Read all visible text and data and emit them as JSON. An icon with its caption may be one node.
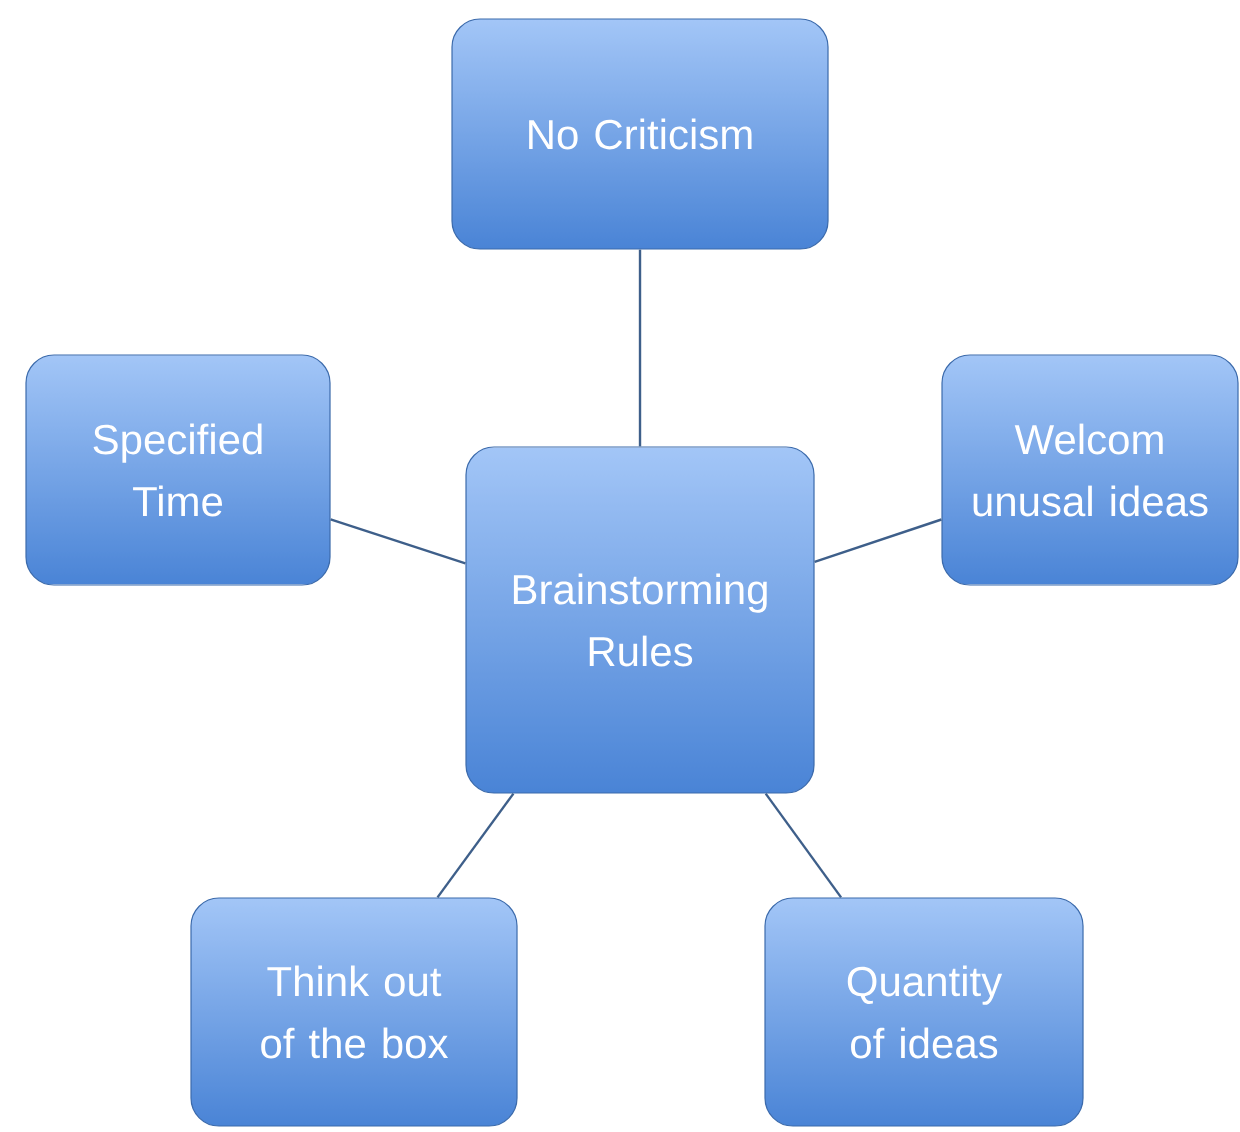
{
  "diagram": {
    "nodes": [
      {
        "text": [
          "Brainstorming Rules"
        ]
      },
      {
        "text": [
          "No Criticism"
        ]
      },
      {
        "text": [
          "Specified Time"
        ]
      },
      {
        "text": [
          "Welcom unusal ideas"
        ]
      },
      {
        "text": [
          "Think out of the box"
        ]
      },
      {
        "text": [
          "Quantity of ideas"
        ]
      }
    ],
    "edges": [
      {
        "from": 0,
        "to": 1,
        "arrow": "none"
      },
      {
        "from": 0,
        "to": 2,
        "arrow": "none"
      },
      {
        "from": 0,
        "to": 3,
        "arrow": "none"
      },
      {
        "from": 0,
        "to": 4,
        "arrow": "none"
      },
      {
        "from": 0,
        "to": 5,
        "arrow": "none"
      }
    ]
  }
}
